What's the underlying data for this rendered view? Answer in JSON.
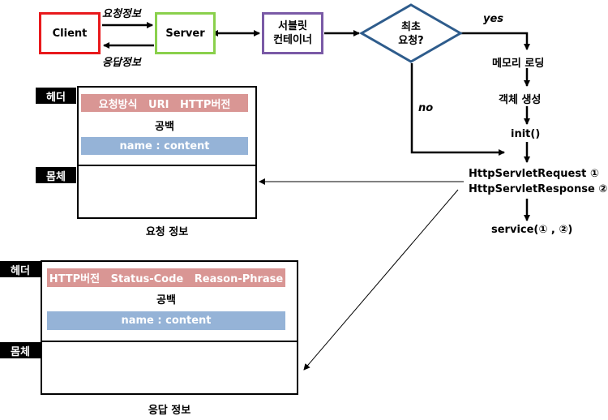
{
  "nodes": {
    "client": "Client",
    "server": "Server",
    "container_line1": "서블릿",
    "container_line2": "컨테이너",
    "decision_line1": "최초",
    "decision_line2": "요청?"
  },
  "edge_labels": {
    "request_info": "요청정보",
    "response_info": "응답정보",
    "yes": "yes",
    "no": "no"
  },
  "flow_steps": {
    "memory_loading": "메모리 로딩",
    "object_creation": "객체 생성",
    "init": "init()",
    "http_request": "HttpServletRequest ①",
    "http_response": "HttpServletResponse ②",
    "service": "service(① , ②)"
  },
  "request_panel": {
    "header_tag": "헤더",
    "body_tag": "몸체",
    "start_line": "요청방식   URI   HTTP버전",
    "blank": "공백",
    "header_field": "name : content",
    "caption": "요청 정보"
  },
  "response_panel": {
    "header_tag": "헤더",
    "body_tag": "몸체",
    "start_line": "HTTP버전   Status-Code   Reason-Phrase",
    "blank": "공백",
    "header_field": "name : content",
    "caption": "응답 정보"
  },
  "colors": {
    "client_border": "#e8191c",
    "server_border": "#8ad04c",
    "container_border": "#7a5aa6",
    "decision_border": "#2e5c8c",
    "start_line_bar": "#d99694",
    "header_field_bar": "#95b3d7",
    "line": "#000000"
  }
}
